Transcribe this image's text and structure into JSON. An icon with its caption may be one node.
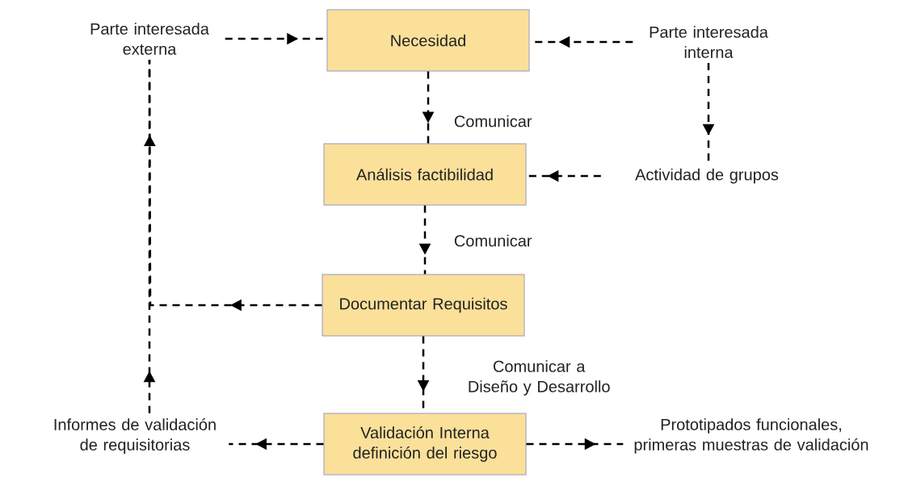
{
  "diagram": {
    "nodes": [
      {
        "text": [
          "Necesidad"
        ]
      },
      {
        "text": [
          "Análisis factibilidad"
        ]
      },
      {
        "text": [
          "Documentar Requisitos"
        ]
      },
      {
        "text": [
          "Validación Interna definición del riesgo"
        ]
      },
      {
        "text": [
          "Parte interesada externa"
        ]
      },
      {
        "text": [
          "Parte interesada interna"
        ]
      },
      {
        "text": [
          "Actividad de grupos"
        ]
      },
      {
        "text": [
          "Informes de validación de requisitorias"
        ]
      },
      {
        "text": [
          "Prototipados funcionales, primeras muestras de validación"
        ]
      }
    ],
    "edges": [
      {
        "from": 4,
        "to": 0,
        "arrow": "to",
        "style": "dashed"
      },
      {
        "from": 5,
        "to": 0,
        "arrow": "to",
        "style": "dashed"
      },
      {
        "from": 0,
        "to": 1,
        "arrow": "to",
        "style": "dashed",
        "label": "Comunicar"
      },
      {
        "from": 5,
        "to": 6,
        "arrow": "to",
        "style": "dashed"
      },
      {
        "from": 6,
        "to": 1,
        "arrow": "to",
        "style": "dashed"
      },
      {
        "from": 1,
        "to": 2,
        "arrow": "to",
        "style": "dashed",
        "label": "Comunicar"
      },
      {
        "from": 2,
        "to": 4,
        "arrow": "to",
        "style": "dashed"
      },
      {
        "from": 7,
        "to": 4,
        "arrow": "to",
        "style": "dashed"
      },
      {
        "from": 2,
        "to": 3,
        "arrow": "to",
        "style": "dashed",
        "label": "Comunicar a Diseño y Desarrollo"
      },
      {
        "from": 3,
        "to": 7,
        "arrow": "to",
        "style": "dashed"
      },
      {
        "from": 3,
        "to": 8,
        "arrow": "to",
        "style": "dashed"
      }
    ]
  }
}
